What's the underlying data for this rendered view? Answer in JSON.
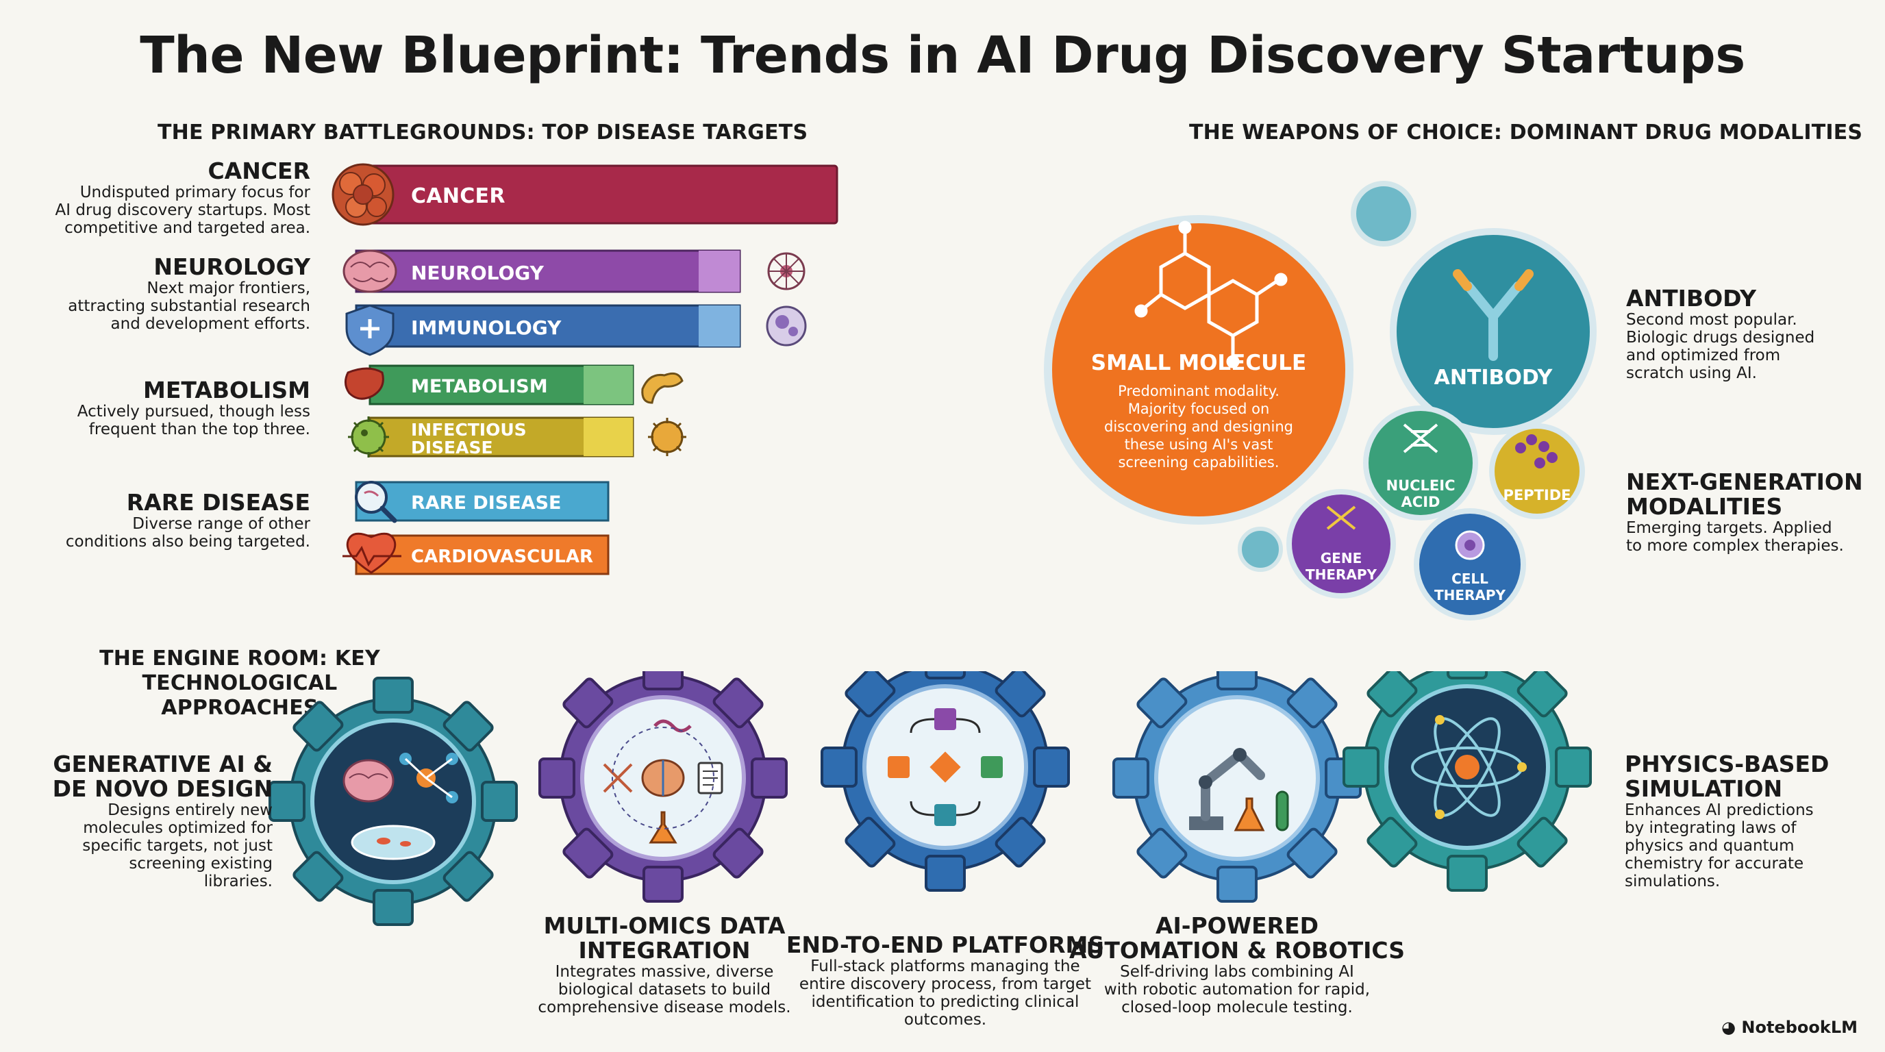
{
  "title": "The New Blueprint: Trends in AI Drug Discovery Startups",
  "disease_section": {
    "title": "THE PRIMARY BATTLEGROUNDS: TOP DISEASE TARGETS",
    "groups": [
      {
        "title": "CANCER",
        "desc": [
          "Undisputed primary focus for",
          "AI drug discovery startups. Most",
          "competitive and targeted area."
        ]
      },
      {
        "title": "NEUROLOGY",
        "desc": [
          "Next major frontiers,",
          "attracting substantial research",
          "and development efforts."
        ]
      },
      {
        "title": "METABOLISM",
        "desc": [
          "Actively pursued, though less",
          "frequent than the top three."
        ]
      },
      {
        "title": "RARE DISEASE",
        "desc": [
          "Diverse range of other",
          "conditions also being targeted."
        ]
      }
    ],
    "bars": [
      {
        "label": "CANCER",
        "color": "#a8294a"
      },
      {
        "label": "NEUROLOGY",
        "color": "#8e4aa8"
      },
      {
        "label": "IMMUNOLOGY",
        "color": "#3a6db0"
      },
      {
        "label": "METABOLISM",
        "color": "#3f9a5a"
      },
      {
        "label": "INFECTIOUS",
        "label2": "DISEASE",
        "color": "#c3a928"
      },
      {
        "label": "RARE DISEASE",
        "color": "#4aa8cf"
      },
      {
        "label": "CARDIOVASCULAR",
        "color": "#ef7a2a"
      }
    ]
  },
  "modality_section": {
    "title": "THE WEAPONS OF CHOICE: DOMINANT DRUG MODALITIES",
    "small_molecule": {
      "title": "SMALL MOLECULE",
      "desc": [
        "Predominant modality.",
        "Majority focused on",
        "discovering and designing",
        "these using AI's vast",
        "screening capabilities."
      ]
    },
    "antibody": {
      "title": "ANTIBODY"
    },
    "nucleic": {
      "l1": "NUCLEIC",
      "l2": "ACID"
    },
    "peptide": {
      "title": "PEPTIDE"
    },
    "gene": {
      "l1": "GENE",
      "l2": "THERAPY"
    },
    "cell": {
      "l1": "CELL",
      "l2": "THERAPY"
    },
    "antibody_text": {
      "title": "ANTIBODY",
      "desc": [
        "Second most popular.",
        "Biologic drugs designed",
        "and optimized from",
        "scratch using AI."
      ]
    },
    "nextgen_text": {
      "title": [
        "NEXT-GENERATION",
        "MODALITIES"
      ],
      "desc": [
        "Emerging targets. Applied",
        "to more complex therapies."
      ]
    }
  },
  "tech_section": {
    "title": [
      "THE ENGINE ROOM: KEY",
      "TECHNOLOGICAL APPROACHES"
    ],
    "items": [
      {
        "title": [
          "GENERATIVE AI &",
          "DE NOVO DESIGN"
        ],
        "desc": [
          "Designs entirely new",
          "molecules optimized for",
          "specific targets, not just",
          "screening existing",
          "libraries."
        ]
      },
      {
        "title": [
          "MULTI-OMICS DATA",
          "INTEGRATION"
        ],
        "desc": [
          "Integrates massive, diverse",
          "biological datasets to build",
          "comprehensive disease models."
        ]
      },
      {
        "title": [
          "END-TO-END PLATFORMS"
        ],
        "desc": [
          "Full-stack platforms managing the",
          "entire discovery process, from target",
          "identification to predicting clinical",
          "outcomes."
        ]
      },
      {
        "title": [
          "AI-POWERED",
          "AUTOMATION & ROBOTICS"
        ],
        "desc": [
          "Self-driving labs combining AI",
          "with robotic automation for rapid,",
          "closed-loop molecule testing."
        ]
      },
      {
        "title": [
          "PHYSICS-BASED",
          "SIMULATION"
        ],
        "desc": [
          "Enhances AI predictions",
          "by integrating laws of",
          "physics and quantum",
          "chemistry for accurate",
          "simulations."
        ]
      }
    ]
  },
  "brand": "NotebookLM"
}
